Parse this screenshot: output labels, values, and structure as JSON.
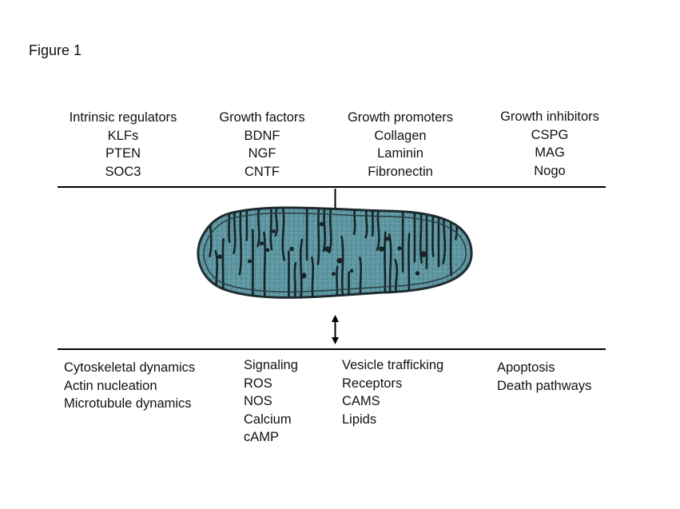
{
  "figure_label": "Figure 1",
  "upstream_groups": [
    {
      "heading": "Intrinsic regulators",
      "items": [
        "KLFs",
        "PTEN",
        "SOC3"
      ]
    },
    {
      "heading": "Growth factors",
      "items": [
        "BDNF",
        "NGF",
        "CNTF"
      ]
    },
    {
      "heading": "Growth promoters",
      "items": [
        "Collagen",
        "Laminin",
        "Fibronectin"
      ]
    },
    {
      "heading": "Growth inhibitors",
      "items": [
        "CSPG",
        "MAG",
        "Nogo"
      ]
    }
  ],
  "downstream_groups": [
    {
      "items": [
        "Cytoskeletal dynamics",
        "Actin nucleation",
        "Microtubule dynamics"
      ]
    },
    {
      "items": [
        "Signaling",
        "ROS",
        "NOS",
        "Calcium",
        "cAMP"
      ]
    },
    {
      "items": [
        "Vesicle trafficking",
        "Receptors",
        "CAMS",
        "Lipids"
      ]
    },
    {
      "items": [
        "Apoptosis",
        "Death pathways"
      ]
    }
  ],
  "colors": {
    "mitochondrion_fill": "#5f98a3",
    "mitochondrion_outline": "#1e2c30",
    "cristae": "#172327",
    "rule": "#000000"
  }
}
